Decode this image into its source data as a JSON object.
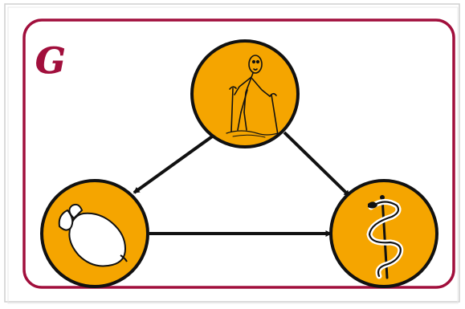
{
  "graph": {
    "label": "G"
  },
  "nodes": [
    {
      "id": "elderly",
      "icon": "elderly-person-with-canes-icon"
    },
    {
      "id": "lemon",
      "icon": "lemon-icon"
    },
    {
      "id": "medicine",
      "icon": "rod-of-asclepius-icon"
    }
  ],
  "edges": [
    {
      "from": "elderly",
      "to": "lemon"
    },
    {
      "from": "elderly",
      "to": "medicine"
    },
    {
      "from": "lemon",
      "to": "medicine"
    }
  ],
  "colors": {
    "frame": "#a10f3c",
    "node_fill": "#f5a500",
    "node_stroke": "#111111",
    "edge": "#111111",
    "shadow_frame": "#d8d8d8"
  }
}
